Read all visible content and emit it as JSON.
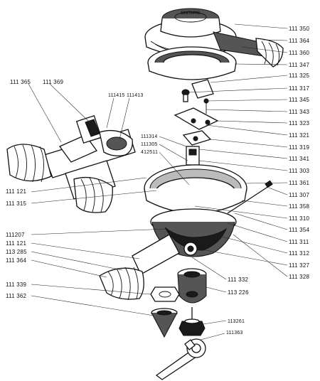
{
  "diagram": {
    "right_labels": [
      {
        "id": "lbl-111350",
        "text": "111 350"
      },
      {
        "id": "lbl-111364-top",
        "text": "111 364"
      },
      {
        "id": "lbl-111360",
        "text": "111 360"
      },
      {
        "id": "lbl-111347",
        "text": "111 347"
      },
      {
        "id": "lbl-111325",
        "text": "111 325"
      },
      {
        "id": "lbl-111317",
        "text": "111 317"
      },
      {
        "id": "lbl-111345",
        "text": "111 345"
      },
      {
        "id": "lbl-111343",
        "text": "111 343"
      },
      {
        "id": "lbl-111323",
        "text": "111 323"
      },
      {
        "id": "lbl-111321",
        "text": "111 321"
      },
      {
        "id": "lbl-111319",
        "text": "111 319"
      },
      {
        "id": "lbl-111341",
        "text": "111 341"
      },
      {
        "id": "lbl-111303",
        "text": "111 303"
      },
      {
        "id": "lbl-111361",
        "text": "111 361"
      },
      {
        "id": "lbl-111307",
        "text": "111 307"
      },
      {
        "id": "lbl-111358",
        "text": "111 358"
      },
      {
        "id": "lbl-111310",
        "text": "111 310"
      },
      {
        "id": "lbl-111354",
        "text": "111 354"
      },
      {
        "id": "lbl-111311",
        "text": "111 311"
      },
      {
        "id": "lbl-111312",
        "text": "111 312"
      },
      {
        "id": "lbl-111327",
        "text": "111 327"
      },
      {
        "id": "lbl-111328",
        "text": "111 328"
      }
    ],
    "left_labels": [
      {
        "id": "lbl-111365",
        "text": "111 365"
      },
      {
        "id": "lbl-111369",
        "text": "111 369"
      },
      {
        "id": "lbl-111415",
        "text": "111415"
      },
      {
        "id": "lbl-111413",
        "text": "111413"
      },
      {
        "id": "lbl-111314",
        "text": "111314"
      },
      {
        "id": "lbl-111305",
        "text": "111305"
      },
      {
        "id": "lbl-412511",
        "text": "412511"
      },
      {
        "id": "lbl-111121-upper",
        "text": "111 121"
      },
      {
        "id": "lbl-111315",
        "text": "111 315"
      },
      {
        "id": "lbl-111207",
        "text": "111207"
      },
      {
        "id": "lbl-111121-lower",
        "text": "111 121"
      },
      {
        "id": "lbl-113285",
        "text": "113 285"
      },
      {
        "id": "lbl-111364-low",
        "text": "111 364"
      },
      {
        "id": "lbl-111339",
        "text": "111 339"
      },
      {
        "id": "lbl-111362",
        "text": "111 362"
      }
    ],
    "bottom_labels": [
      {
        "id": "lbl-111332",
        "text": "111 332"
      },
      {
        "id": "lbl-113226",
        "text": "113 226"
      },
      {
        "id": "lbl-113261",
        "text": "113261"
      },
      {
        "id": "lbl-111363",
        "text": "111363"
      }
    ],
    "cap_stamp": "DISTARIS",
    "colors": {
      "ink": "#111111",
      "paper": "#ffffff"
    }
  }
}
